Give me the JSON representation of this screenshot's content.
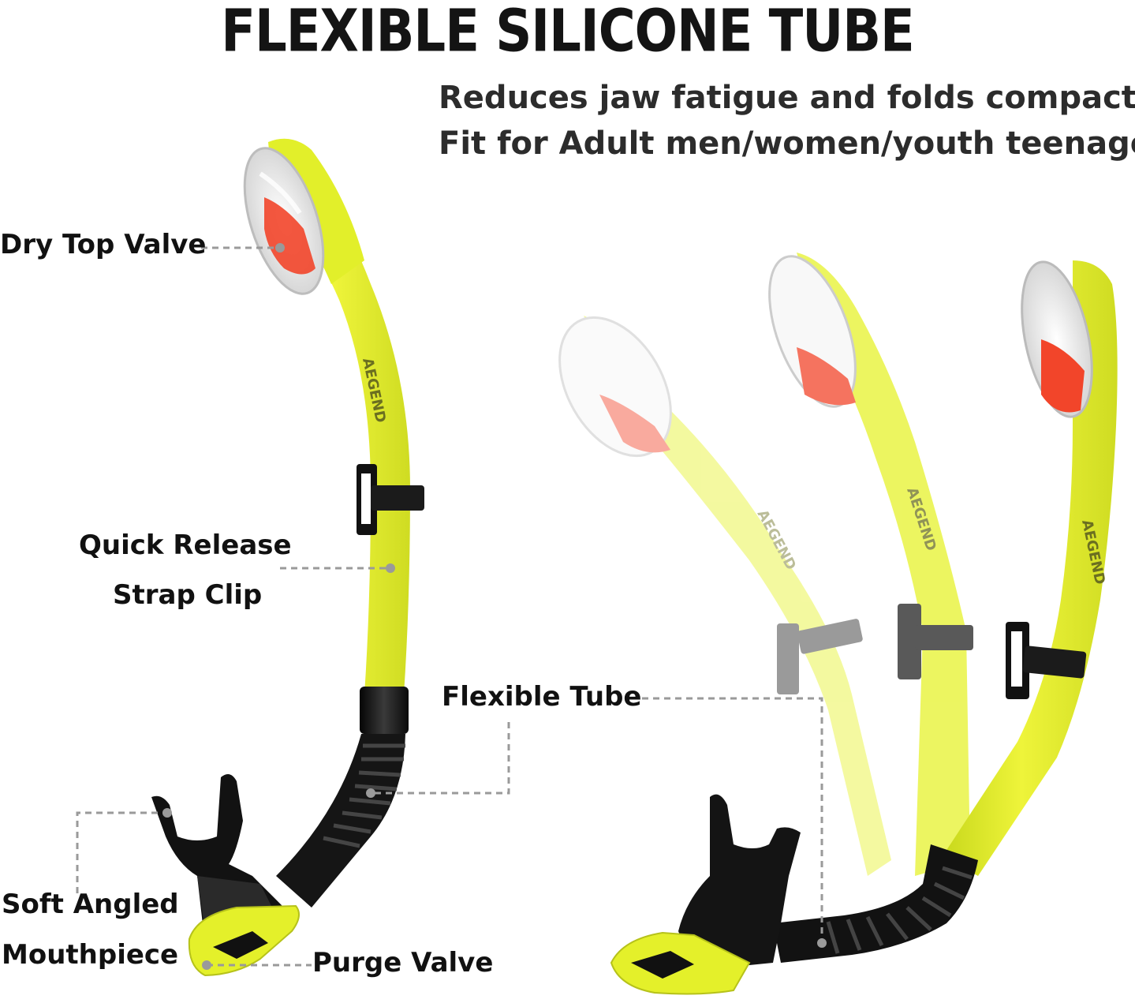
{
  "header": {
    "title": "FLEXIBLE SILICONE TUBE",
    "subtitle_line1": "Reduces jaw fatigue and folds compactly",
    "subtitle_line2": "Fit for Adult men/women/youth teenager"
  },
  "callouts": {
    "dry_top_valve": "Dry Top Valve",
    "quick_release_line1": "Quick Release",
    "quick_release_line2": "Strap Clip",
    "flexible_tube": "Flexible Tube",
    "soft_angled_line1": "Soft Angled",
    "soft_angled_line2": "Mouthpiece",
    "purge_valve": "Purge Valve"
  },
  "product": {
    "brand_mark": "AEGEND"
  },
  "colors": {
    "tube_yellow": "#e6f22c",
    "tube_black": "#111111",
    "valve_orange": "#f2452a",
    "leader_gray": "#9a9a9a"
  }
}
